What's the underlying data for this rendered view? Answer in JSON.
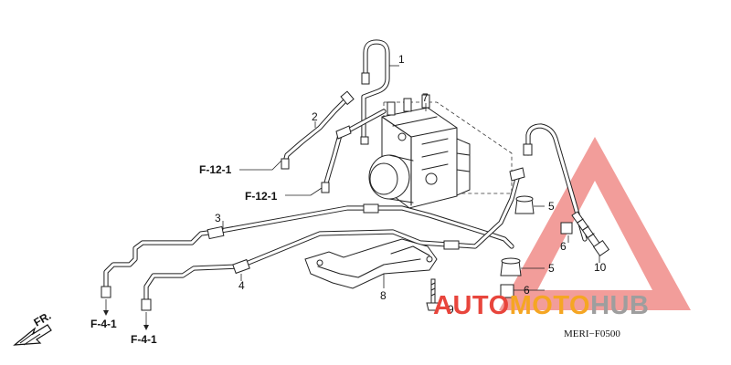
{
  "diagram": {
    "callouts": [
      "1",
      "2",
      "3",
      "4",
      "5",
      "5",
      "6",
      "6",
      "7",
      "8",
      "9",
      "10"
    ],
    "references": [
      "F-12-1",
      "F-12-1",
      "F-4-1",
      "F-4-1"
    ],
    "direction_label": "FR.",
    "drawing_code": "MERI−F0500"
  },
  "watermark": {
    "text_part1": "AUTO",
    "text_part2": "MOTO",
    "text_part3": "HUB",
    "colors": {
      "red": "#e8453c",
      "orange": "#f5a623",
      "gray": "#9e9e9e",
      "triangle": "#f08c88"
    }
  }
}
